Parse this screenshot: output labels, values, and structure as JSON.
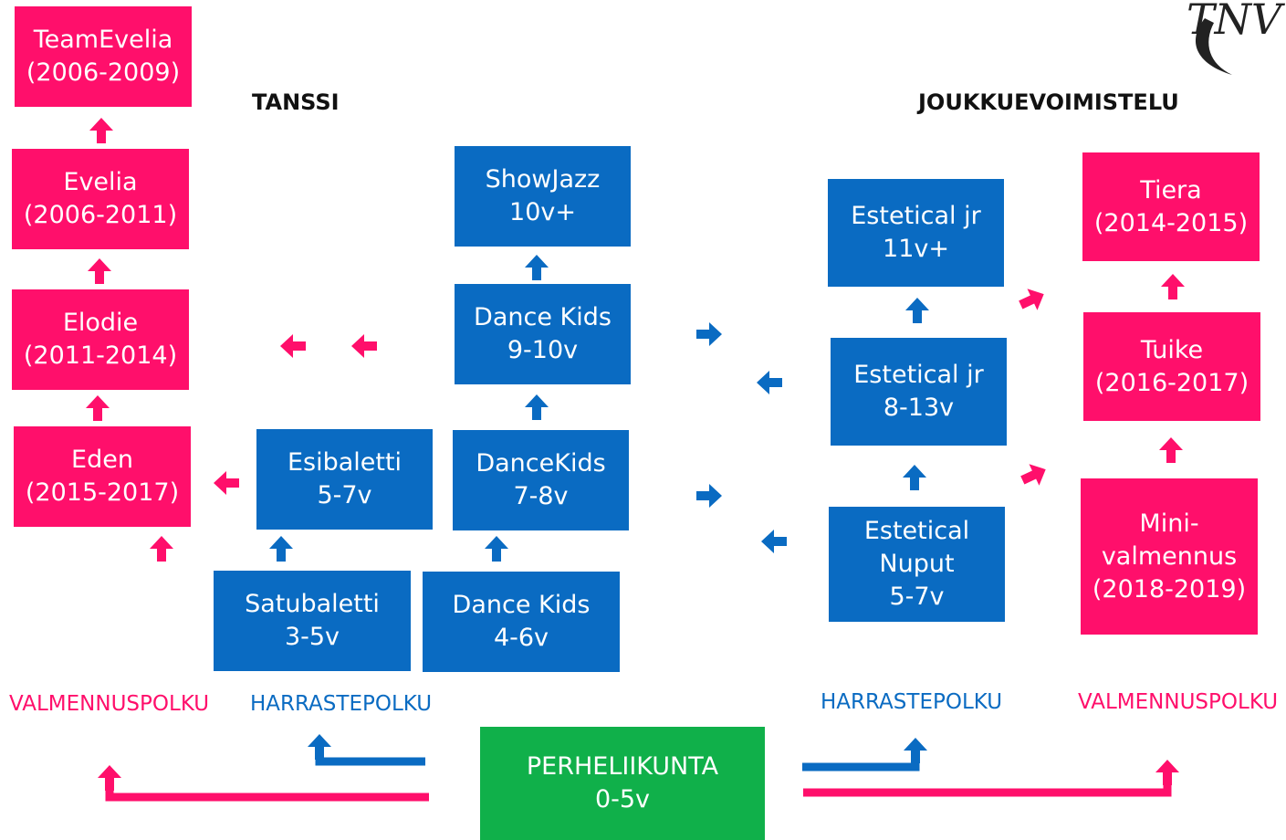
{
  "headers": {
    "tanssi": "TANSSI",
    "joukkue": "JOUKKUEVOIMISTELU"
  },
  "logo": "TNV",
  "left_pink": [
    {
      "name": "TeamEvelia",
      "years": "(2006-2009)"
    },
    {
      "name": "Evelia",
      "years": "(2006-2011)"
    },
    {
      "name": "Elodie",
      "years": "(2011-2014)"
    },
    {
      "name": "Eden",
      "years": "(2015-2017)"
    }
  ],
  "dance_blue": [
    {
      "name": "ShowJazz",
      "age": "10v+"
    },
    {
      "name": "Dance Kids",
      "age": "9-10v"
    },
    {
      "name": "DanceKids",
      "age": "7-8v"
    },
    {
      "name": "Dance Kids",
      "age": "4-6v"
    },
    {
      "name": "Esibaletti",
      "age": "5-7v"
    },
    {
      "name": "Satubaletti",
      "age": "3-5v"
    }
  ],
  "gym_blue": [
    {
      "name": "Estetical jr",
      "age": "11v+"
    },
    {
      "name": "Estetical jr",
      "age": "8-13v"
    },
    {
      "line1": "Estetical",
      "line2": "Nuput",
      "age": "5-7v"
    }
  ],
  "right_pink": [
    {
      "name": "Tiera",
      "years": "(2014-2015)"
    },
    {
      "name": "Tuike",
      "years": "(2016-2017)"
    },
    {
      "line1": "Mini-",
      "line2": "valmennus",
      "years": "(2018-2019)"
    }
  ],
  "paths": {
    "left_valmennus": "VALMENNUSPOLKU",
    "left_harraste": "HARRASTEPOLKU",
    "right_harraste": "HARRASTEPOLKU",
    "right_valmennus": "VALMENNUSPOLKU"
  },
  "bottom": {
    "name": "PERHELIIKUNTA",
    "age": "0-5v"
  },
  "colors": {
    "pink": "#ff0f6b",
    "blue": "#0a6bc2",
    "green": "#10b04a"
  }
}
